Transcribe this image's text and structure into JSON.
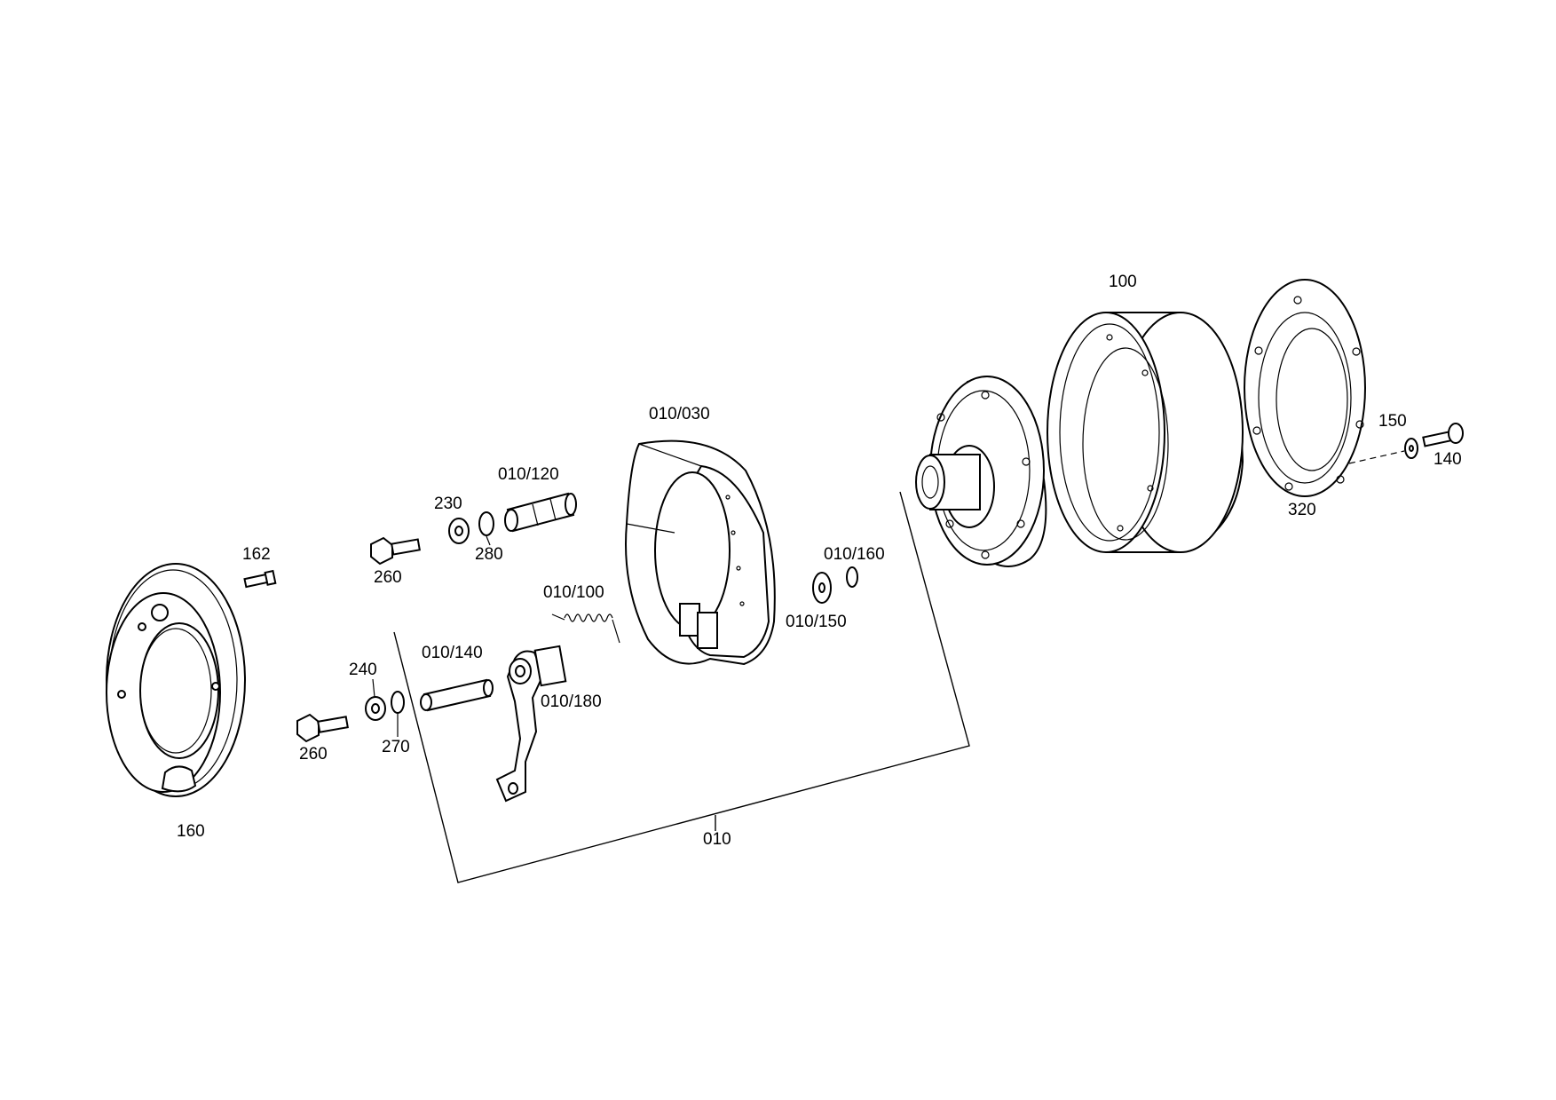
{
  "labels": {
    "l100": "100",
    "l010_030": "010/030",
    "l010_120": "010/120",
    "l230": "230",
    "l280": "280",
    "l162": "162",
    "l260a": "260",
    "l010_160": "010/160",
    "l010_150": "010/150",
    "l010_100": "010/100",
    "l010_140": "010/140",
    "l240": "240",
    "l010_180": "010/180",
    "l260b": "260",
    "l270": "270",
    "l160": "160",
    "l010": "010",
    "l150": "150",
    "l140": "140",
    "l320": "320"
  }
}
